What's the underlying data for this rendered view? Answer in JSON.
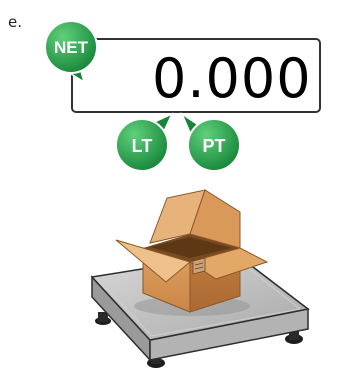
{
  "figure_label": "e.",
  "display": {
    "reading": "0.000"
  },
  "indicators": {
    "net": "NET",
    "lt": "LT",
    "pt": "PT"
  },
  "colors": {
    "indicator_green": "#1f9a3e",
    "indicator_green_light": "#3dbb5a",
    "display_border": "#333333",
    "box_cardboard": "#d99a5a",
    "scale_platform": "#bdbdbd"
  }
}
